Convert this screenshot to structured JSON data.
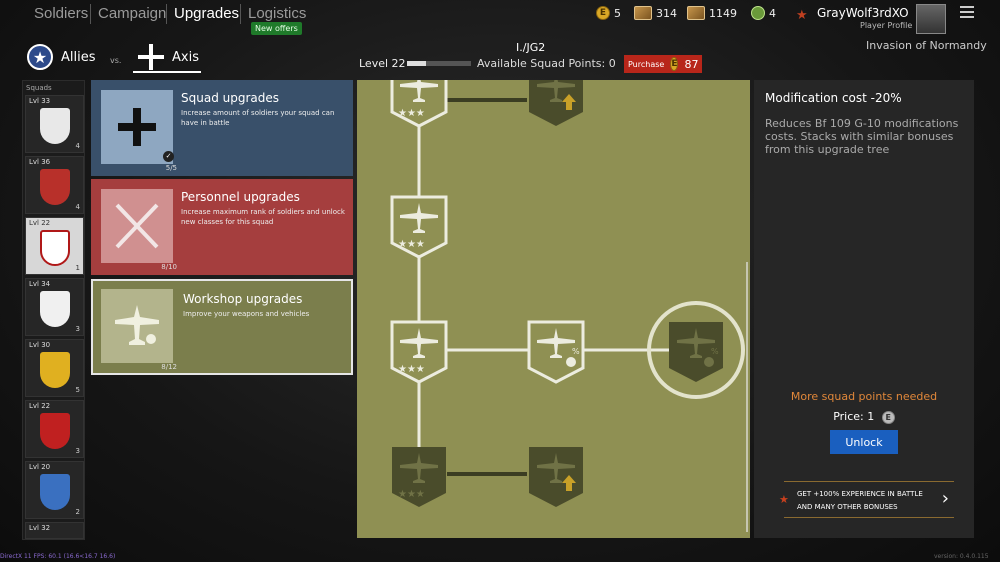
{
  "nav": {
    "tabs": [
      {
        "label": "Soldiers"
      },
      {
        "label": "Campaign"
      },
      {
        "label": "Upgrades"
      },
      {
        "label": "Logistics"
      }
    ],
    "new_offers": "New offers"
  },
  "currencies": {
    "gold": "5",
    "cards1": "314",
    "cards2": "1149",
    "green": "4"
  },
  "coin_symbol": "E",
  "profile": {
    "name": "GrayWolf3rdXO",
    "subtitle": "Player Profile",
    "campaign": "Invasion of Normandy"
  },
  "factions": {
    "allies": "Allies",
    "vs": "vs.",
    "axis": "Axis"
  },
  "squad": {
    "name": "I./JG2",
    "level_label": "Level 22",
    "level_progress": 0.3,
    "points_label": "Available Squad Points: 0",
    "purchase_label": "Purchase",
    "purchase_cost": "87"
  },
  "squadlist": {
    "label": "Squads",
    "items": [
      {
        "lvl": "Lvl 33",
        "count": "4",
        "color": "#e8e8e8"
      },
      {
        "lvl": "Lvl 36",
        "count": "4",
        "color": "#b8302a"
      },
      {
        "lvl": "Lvl 22",
        "count": "1",
        "color": "#ffffff"
      },
      {
        "lvl": "Lvl 34",
        "count": "3",
        "color": "#f0f0f0"
      },
      {
        "lvl": "Lvl 30",
        "count": "5",
        "color": "#e0b020"
      },
      {
        "lvl": "Lvl 22",
        "count": "3",
        "color": "#c02020"
      },
      {
        "lvl": "Lvl 20",
        "count": "2",
        "color": "#3a70c0"
      },
      {
        "lvl": "Lvl 32",
        "count": "",
        "color": "#5a8ad0"
      }
    ]
  },
  "categories": [
    {
      "title": "Squad upgrades",
      "desc": "Increase amount of soldiers your squad can have in battle",
      "progress": "5/5"
    },
    {
      "title": "Personnel upgrades",
      "desc": "Increase maximum rank of soldiers and unlock new classes for this squad",
      "progress": "8/10"
    },
    {
      "title": "Workshop upgrades",
      "desc": "Improve your weapons and vehicles",
      "progress": "8/12"
    }
  ],
  "details": {
    "title": "Modification cost -20%",
    "description": "Reduces Bf 109 G-10 modifications costs. Stacks with similar bonuses from this upgrade tree",
    "need": "More squad points needed",
    "price_label": "Price: 1",
    "unlock": "Unlock",
    "promo": "GET +100% EXPERIENCE IN BATTLE AND MANY OTHER BONUSES"
  },
  "footer": {
    "fps": "DirectX 11 FPS: 60.1 (16.6<16.7 16.6)",
    "version": "version: 0.4.0.115"
  },
  "colors": {
    "accent_red": "#b8261a",
    "unlock_blue": "#1a5fbf",
    "warning_orange": "#e0873a"
  }
}
